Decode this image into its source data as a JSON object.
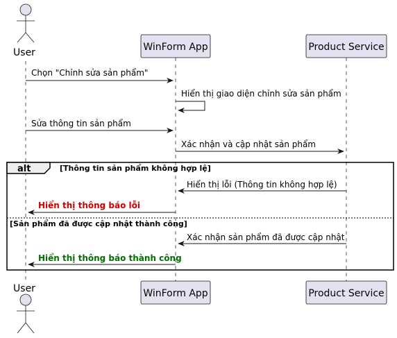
{
  "participants": {
    "user": "User",
    "winform": "WinForm App",
    "service": "Product Service"
  },
  "messages": {
    "m1": "Chọn \"Chỉnh sửa sản phẩm\"",
    "m2": "Hiển thị giao diện chỉnh sửa sản phẩm",
    "m3": "Sửa thông tin sản phẩm",
    "m4": "Xác nhận và cập nhật sản phẩm",
    "m5": "Hiển thị lỗi (Thông tin không hợp lệ)",
    "m6": "Hiển thị thông báo lỗi",
    "m7": "Xác nhận sản phẩm đã được cập nhật",
    "m8": "Hiển thị thông báo thành công"
  },
  "fragment": {
    "keyword": "alt",
    "guard1": "[Thông tin sản phẩm không hợp lệ]",
    "guard2": "[Sản phẩm đã được cập nhật thành công]"
  },
  "colors": {
    "participant_fill": "#e2e2f0",
    "participant_border": "#181818",
    "error_text": "#d00000",
    "success_text": "#007000",
    "lifeline": "#181818"
  }
}
